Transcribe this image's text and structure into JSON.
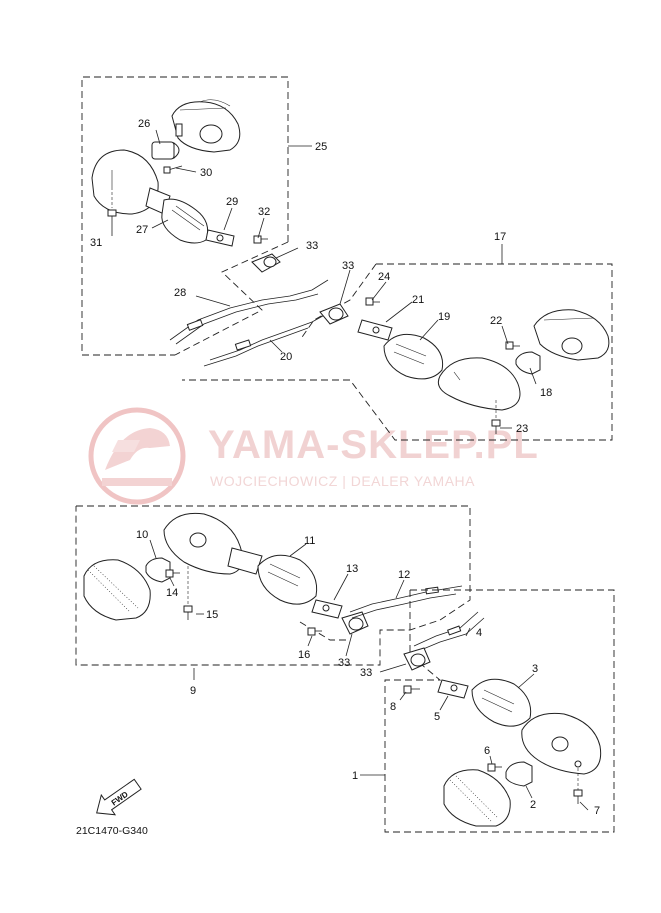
{
  "diagram": {
    "code": "21C1470-G340",
    "fwd_label": "FWD"
  },
  "watermark": {
    "title": "YAMA-SKLEP.PL",
    "subtitle": "WOJCIECHOWICZ | DEALER YAMAHA",
    "color": "#e8a6a6"
  },
  "callouts": [
    {
      "id": "c26",
      "text": "26"
    },
    {
      "id": "c25",
      "text": "25"
    },
    {
      "id": "c30",
      "text": "30"
    },
    {
      "id": "c29",
      "text": "29"
    },
    {
      "id": "c32",
      "text": "32"
    },
    {
      "id": "c31",
      "text": "31"
    },
    {
      "id": "c27",
      "text": "27"
    },
    {
      "id": "c33a",
      "text": "33"
    },
    {
      "id": "c17",
      "text": "17"
    },
    {
      "id": "c33b",
      "text": "33"
    },
    {
      "id": "c24",
      "text": "24"
    },
    {
      "id": "c28",
      "text": "28"
    },
    {
      "id": "c21",
      "text": "21"
    },
    {
      "id": "c19",
      "text": "19"
    },
    {
      "id": "c22",
      "text": "22"
    },
    {
      "id": "c20",
      "text": "20"
    },
    {
      "id": "c18",
      "text": "18"
    },
    {
      "id": "c23",
      "text": "23"
    },
    {
      "id": "c10",
      "text": "10"
    },
    {
      "id": "c11",
      "text": "11"
    },
    {
      "id": "c13",
      "text": "13"
    },
    {
      "id": "c12",
      "text": "12"
    },
    {
      "id": "c14",
      "text": "14"
    },
    {
      "id": "c15",
      "text": "15"
    },
    {
      "id": "c4",
      "text": "4"
    },
    {
      "id": "c16",
      "text": "16"
    },
    {
      "id": "c33c",
      "text": "33"
    },
    {
      "id": "c33d",
      "text": "33"
    },
    {
      "id": "c3",
      "text": "3"
    },
    {
      "id": "c9",
      "text": "9"
    },
    {
      "id": "c8",
      "text": "8"
    },
    {
      "id": "c5",
      "text": "5"
    },
    {
      "id": "c6",
      "text": "6"
    },
    {
      "id": "c1",
      "text": "1"
    },
    {
      "id": "c2",
      "text": "2"
    },
    {
      "id": "c7",
      "text": "7"
    }
  ]
}
